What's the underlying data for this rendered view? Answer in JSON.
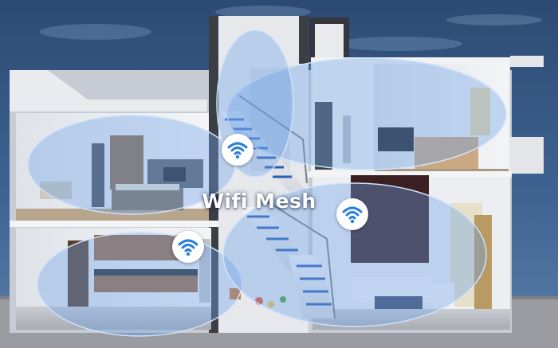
{
  "caption": "Wifi Mesh",
  "access_points": [
    {
      "name": "upper-floor-access-point",
      "icon": "wifi-icon"
    },
    {
      "name": "stairwell-access-point",
      "icon": "wifi-icon"
    },
    {
      "name": "ground-floor-access-point",
      "icon": "wifi-icon"
    }
  ],
  "colors": {
    "sky": "#2f4d76",
    "coverage": "#6fa4e8",
    "wifi_icon": "#2b7fd6",
    "walls": "#e8e8ea",
    "ground": "#9a9ca2"
  }
}
